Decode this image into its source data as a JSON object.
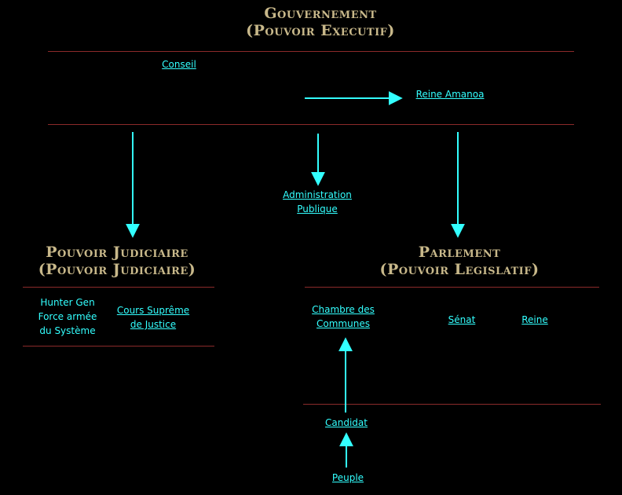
{
  "gouvernement": {
    "title_line1": "Gouvernement",
    "title_line2": "(Pouvoir Executif)",
    "conseil": "Conseil",
    "reine_amanoa": "Reine Amanoa",
    "administration_line1": "Administration",
    "administration_line2": "Publique"
  },
  "judiciaire": {
    "title_line1": "Pouvoir Judiciaire",
    "title_line2": "(Pouvoir Judiciaire)",
    "hunter_line1": "Hunter Gen",
    "hunter_line2": "Force armée",
    "hunter_line3": "du Système",
    "cours_line1": "Cours Suprême",
    "cours_line2": "de Justice"
  },
  "parlement": {
    "title_line1": "Parlement",
    "title_line2": "(Pouvoir Legislatif)",
    "chambre_line1": "Chambre des",
    "chambre_line2": "Communes",
    "senat": "Sénat",
    "reine": "Reine",
    "candidat": "Candidat",
    "peuple": "Peuple"
  },
  "colors": {
    "background": "#000000",
    "title": "#c8b88a",
    "link": "#33ffff",
    "rule": "#8b2a2a",
    "arrow": "#33ffff"
  }
}
